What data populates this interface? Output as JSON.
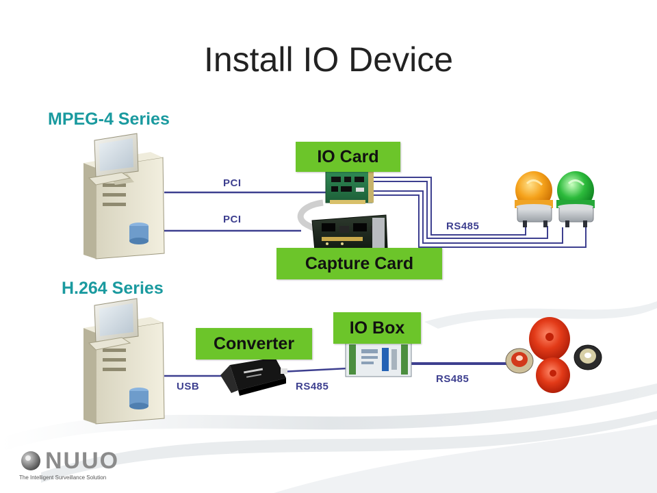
{
  "title": "Install IO Device",
  "sections": {
    "mpeg4": {
      "heading": "MPEG-4 Series",
      "io_card_label": "IO Card",
      "capture_card_label": "Capture Card",
      "pci_top": "PCI",
      "pci_bottom": "PCI",
      "rs485": "RS485"
    },
    "h264": {
      "heading": "H.264 Series",
      "converter_label": "Converter",
      "io_box_label": "IO Box",
      "usb": "USB",
      "rs485_left": "RS485",
      "rs485_right": "RS485"
    }
  },
  "logo": {
    "brand": "NUUO",
    "tagline": "The Intelligent Surveillance Solution"
  },
  "colors": {
    "heading": "#1a9a9f",
    "label_bg": "#6cc52a",
    "wire": "#3d3f8f",
    "wire_label": "#3d3f8f"
  },
  "icons": [
    "server-computer-icon",
    "io-card-icon",
    "capture-card-icon",
    "alarm-light-orange-icon",
    "alarm-light-green-icon",
    "converter-icon",
    "io-box-icon",
    "alarm-bell-icon",
    "push-button-icon"
  ]
}
